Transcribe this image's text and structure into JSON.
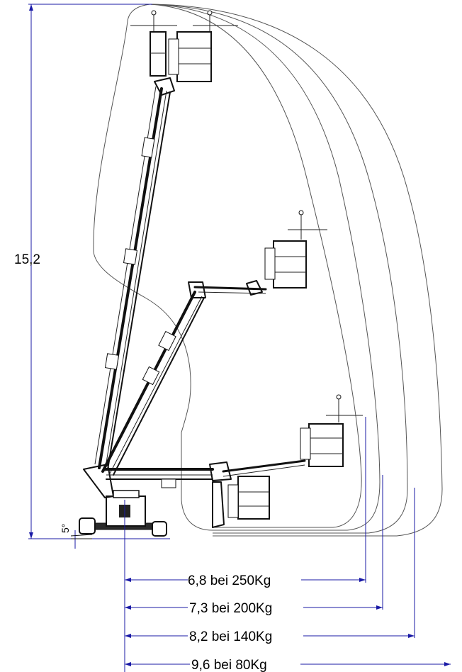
{
  "diagram": {
    "height_label": "15,2",
    "tilt_label": "5°",
    "reach_labels": [
      "6,8 bei 250Kg",
      "7,3 bei 200Kg",
      "8,2 bei 140Kg",
      "9,6 bei 80Kg"
    ],
    "colors": {
      "dimension": "#1a1aa6",
      "envelope": "#555555",
      "machine": "#111111"
    }
  }
}
